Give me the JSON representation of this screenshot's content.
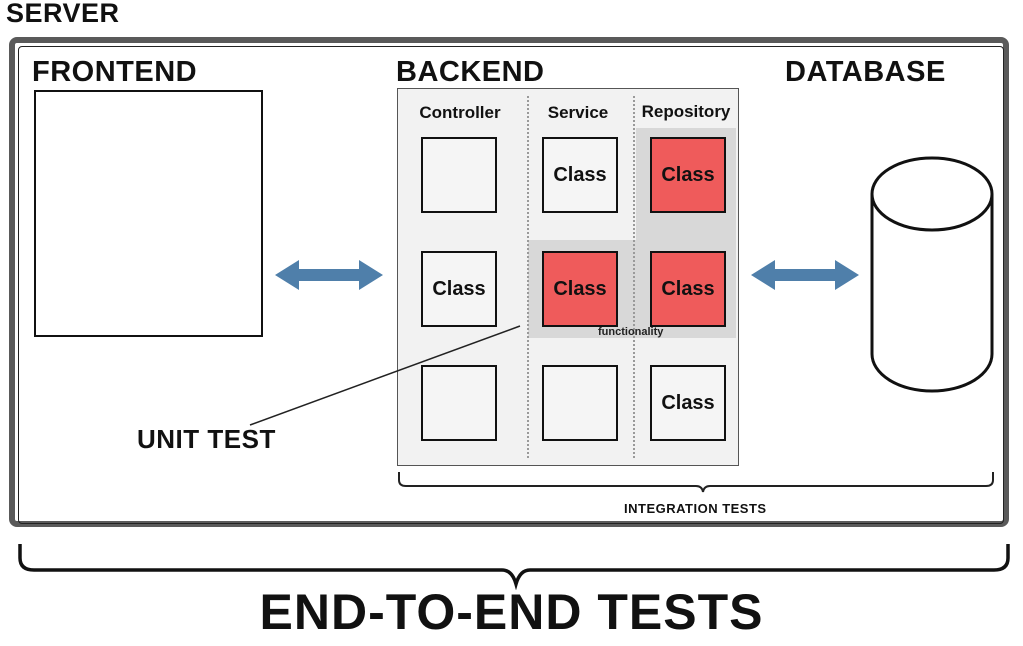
{
  "server": {
    "label": "SERVER"
  },
  "sections": {
    "frontend": "FRONTEND",
    "backend": "BACKEND",
    "database": "DATABASE"
  },
  "backend": {
    "columns": [
      "Controller",
      "Service",
      "Repository"
    ],
    "class_label": "Class",
    "functionality_label": "functionality"
  },
  "tests": {
    "unit": "UNIT TEST",
    "integration": "INTEGRATION TESTS",
    "end_to_end": "END-TO-END TESTS"
  },
  "colors": {
    "highlight_class": "#ef5b5b",
    "arrow": "#4f7faa",
    "server_border": "#5a5a5a",
    "highlight_region": "#d8d8d8"
  },
  "icons": [
    "bidirectional-arrow-icon",
    "database-cylinder-icon",
    "curly-brace-icon"
  ]
}
